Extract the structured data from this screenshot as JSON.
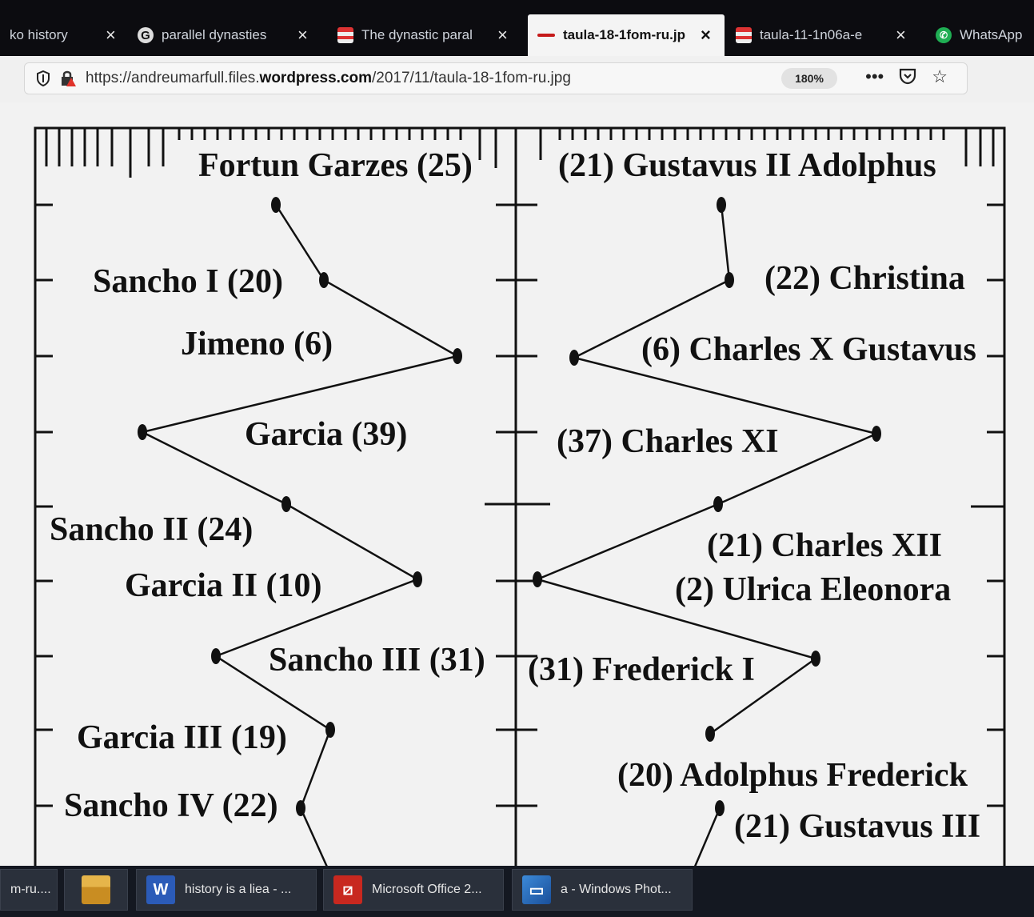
{
  "tabs": [
    {
      "label": "ko history",
      "icon": "doc-icon",
      "active": false
    },
    {
      "label": "parallel dynasties",
      "icon": "google-icon",
      "active": false
    },
    {
      "label": "The dynastic paral",
      "icon": "doc-icon",
      "active": false
    },
    {
      "label": "taula-18-1fom-ru.jp",
      "icon": "image-icon",
      "active": true
    },
    {
      "label": "taula-11-1n06a-e",
      "icon": "doc-icon",
      "active": false
    },
    {
      "label": "WhatsApp",
      "icon": "whatsapp-icon",
      "active": false
    }
  ],
  "url": {
    "prefix": "https://andreumarfull.files.",
    "domain": "wordpress.com",
    "path": "/2017/11/taula-18-1fom-ru.jpg"
  },
  "zoom": "180%",
  "chart": {
    "left_title": "Fortun Garzes (25)",
    "right_title": "(21) Gustavus II Adolphus",
    "left_labels": [
      "Sancho I (20)",
      "Jimeno (6)",
      "Garcia (39)",
      "Sancho II (24)",
      "Garcia II (10)",
      "Sancho III (31)",
      "Garcia III (19)",
      "Sancho IV (22)"
    ],
    "right_labels": [
      "(22) Christina",
      "(6) Charles X Gustavus",
      "(37) Charles XI",
      "(21) Charles XII",
      "(2) Ulrica Eleonora",
      "(31) Frederick I",
      "(20)  Adolphus Frederick",
      "(21) Gustavus III"
    ]
  },
  "taskbar": [
    {
      "label": "m-ru....",
      "icon": ""
    },
    {
      "label": "",
      "icon": "file-explorer-icon"
    },
    {
      "label": "history is a liea - ...",
      "icon": "word-icon"
    },
    {
      "label": "Microsoft Office 2...",
      "icon": "office-icon"
    },
    {
      "label": "a - Windows Phot...",
      "icon": "photos-icon"
    }
  ]
}
